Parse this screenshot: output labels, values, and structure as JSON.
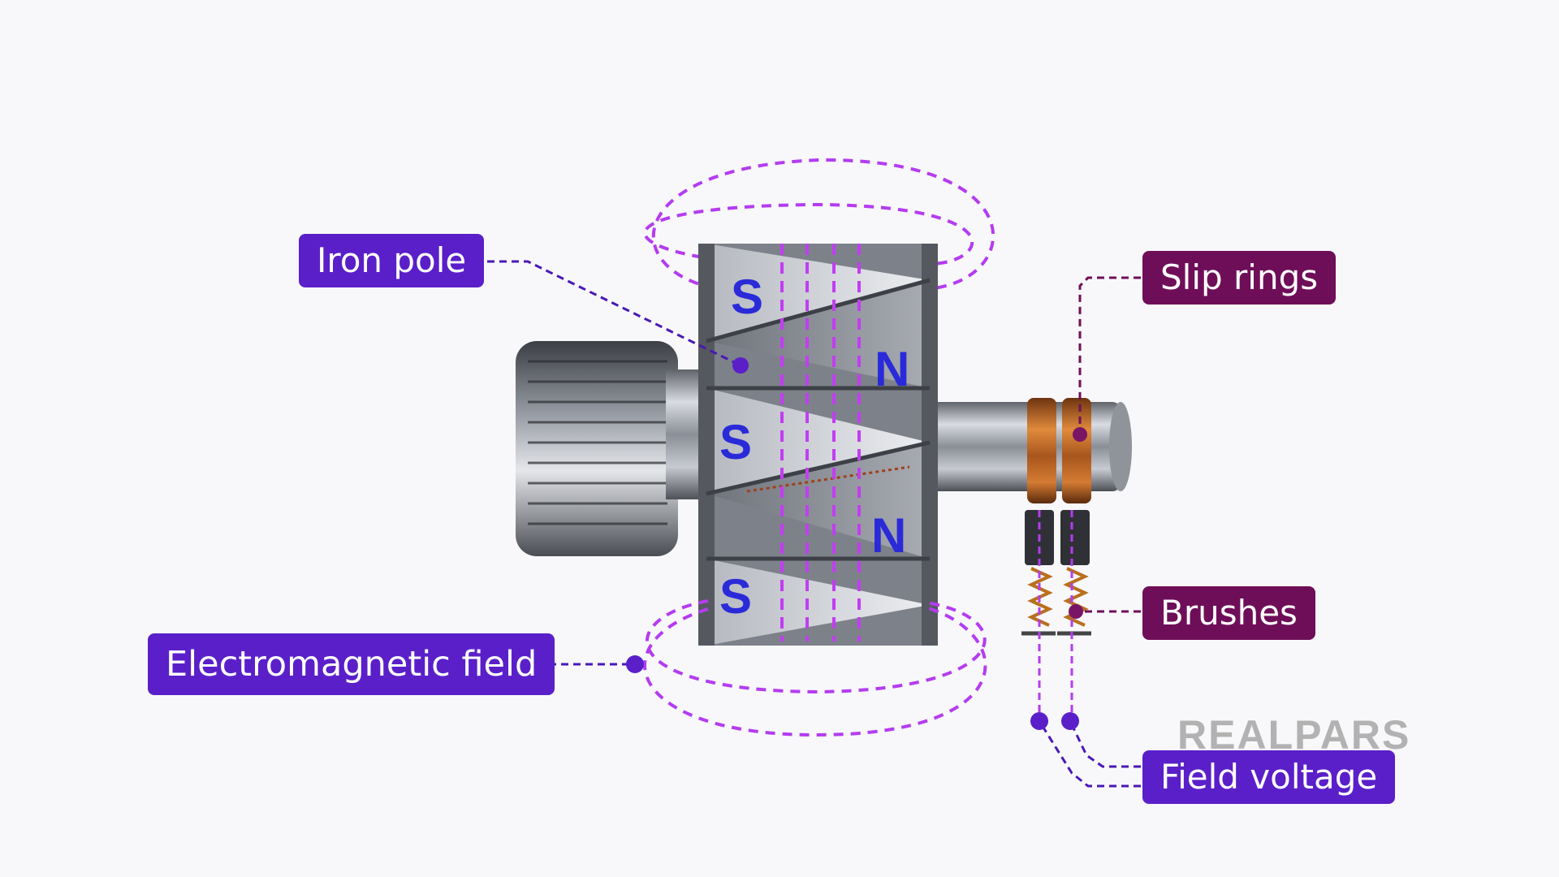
{
  "labels": {
    "iron_pole": "Iron pole",
    "electromagnetic_field": "Electromagnetic field",
    "slip_rings": "Slip rings",
    "brushes": "Brushes",
    "field_voltage": "Field voltage"
  },
  "poles": {
    "s1": "S",
    "s2": "S",
    "s3": "S",
    "n1": "N",
    "n2": "N"
  },
  "watermark": "REALPARS",
  "colors": {
    "label_purple": "#5a1fc9",
    "label_plum": "#6f0e58",
    "field_line": "#b43cf0",
    "pole_letter": "#2a2ad8",
    "copper": "#c8702a"
  }
}
